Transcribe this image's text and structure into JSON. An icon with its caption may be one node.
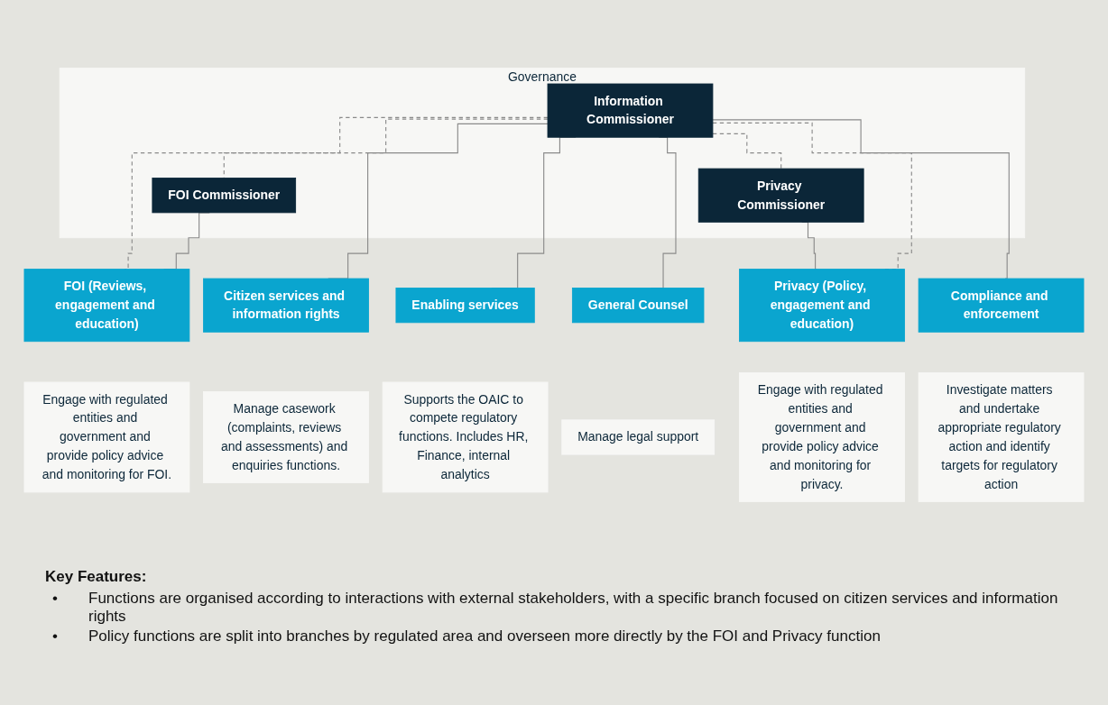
{
  "diagram": {
    "nodes": [
      {
        "text": [
          "Governance"
        ]
      },
      {
        "text": [
          "Information Commissioner"
        ],
        "in": 0
      },
      {
        "text": [
          "FOI Commissioner"
        ],
        "in": 0
      },
      {
        "text": [
          "Privacy Commissioner"
        ],
        "in": 0
      },
      {
        "text": [
          "FOI (Reviews, engagement and education)"
        ]
      },
      {
        "text": [
          "Citizen services and information rights"
        ]
      },
      {
        "text": [
          "Enabling services"
        ]
      },
      {
        "text": [
          "General Counsel"
        ]
      },
      {
        "text": [
          "Compliance and enforcement"
        ]
      },
      {
        "text": [
          "Privacy (Policy, engagement and education)"
        ]
      },
      {
        "text": [
          "Engage with regulated entities and government and provide policy advice and monitoring for FOI."
        ]
      },
      {
        "text": [
          "Manage casework (complaints, reviews and assessments) and enquiries functions."
        ]
      },
      {
        "text": [
          "Supports the OAIC to compete regulatory functions. Includes HR, Finance, internal analytics"
        ]
      },
      {
        "text": [
          "Manage legal support"
        ]
      },
      {
        "text": [
          "Investigate matters and undertake appropriate regulatory action and identify targets for regulatory action"
        ]
      },
      {
        "text": [
          "Engage with regulated entities and government and provide policy advice and monitoring for privacy."
        ]
      }
    ],
    "edges": [
      {
        "from": 1,
        "to": 2,
        "arrow": "none",
        "style": "dashed"
      },
      {
        "from": 1,
        "to": 3,
        "arrow": "none",
        "style": "dashed"
      },
      {
        "from": 2,
        "to": 4,
        "arrow": "none"
      },
      {
        "from": 1,
        "to": 4,
        "arrow": "none",
        "style": "dashed"
      },
      {
        "from": 1,
        "to": 5,
        "arrow": "none"
      },
      {
        "from": 1,
        "to": 6,
        "arrow": "none"
      },
      {
        "from": 1,
        "to": 7,
        "arrow": "none"
      },
      {
        "from": 1,
        "to": 8,
        "arrow": "none"
      },
      {
        "from": 1,
        "to": 9,
        "arrow": "none",
        "style": "dashed"
      },
      {
        "from": 3,
        "to": 9,
        "arrow": "none"
      }
    ],
    "labels": [
      "Key Features:",
      "•",
      "Functions are organised according to interactions with external stakeholders, with a specific branch focused on citizen services and information rights",
      "•",
      "Policy functions are split into branches by regulated area and overseen more directly by the FOI and Privacy function"
    ]
  }
}
